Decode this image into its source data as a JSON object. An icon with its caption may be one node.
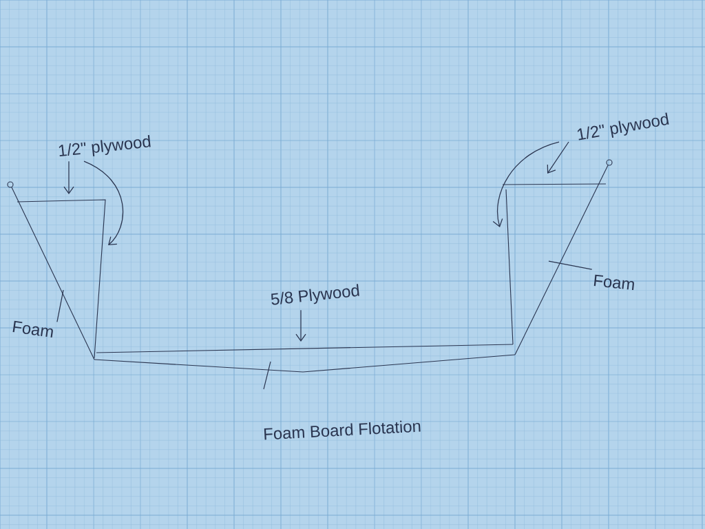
{
  "diagram": {
    "nodes": [
      {
        "text": [
          "1/2\" plywood"
        ]
      },
      {
        "text": [
          "1/2\" plywood"
        ]
      },
      {
        "text": [
          "5/8 Plywood"
        ]
      },
      {
        "text": [
          "Foam"
        ]
      },
      {
        "text": [
          "Foam"
        ]
      }
    ],
    "edges": [
      {
        "from": 0,
        "to": null,
        "arrow": "to"
      },
      {
        "from": 0,
        "to": null,
        "arrow": "to"
      },
      {
        "from": 1,
        "to": null,
        "arrow": "to"
      },
      {
        "from": 1,
        "to": null,
        "arrow": "to"
      },
      {
        "from": 2,
        "to": null,
        "arrow": "to"
      },
      {
        "from": 3,
        "to": null,
        "arrow": "none"
      },
      {
        "from": 4,
        "to": null,
        "arrow": "none"
      }
    ],
    "labels": [
      "Foam Board Flotation"
    ]
  }
}
